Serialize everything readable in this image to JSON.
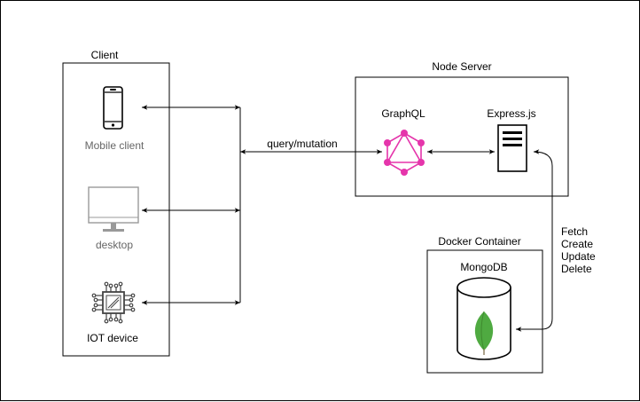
{
  "client": {
    "title": "Client",
    "devices": [
      {
        "label": "Mobile client",
        "icon": "mobile-phone-icon"
      },
      {
        "label": "desktop",
        "icon": "desktop-monitor-icon"
      },
      {
        "label": "IOT device",
        "icon": "chip-icon"
      }
    ]
  },
  "edge_label": "query/mutation",
  "node_server": {
    "title": "Node Server",
    "graphql_label": "GraphQL",
    "express_label": "Express.js"
  },
  "docker": {
    "title": "Docker Container",
    "mongodb_label": "MongoDB"
  },
  "crud": [
    "Fetch",
    "Create",
    "Update",
    "Delete"
  ],
  "colors": {
    "graphql": "#E535AB",
    "mongodb_leaf": "#4FAA41",
    "mongodb_leaf_dark": "#3F8A2F",
    "line": "#000000",
    "desktop_gray": "#666666"
  }
}
